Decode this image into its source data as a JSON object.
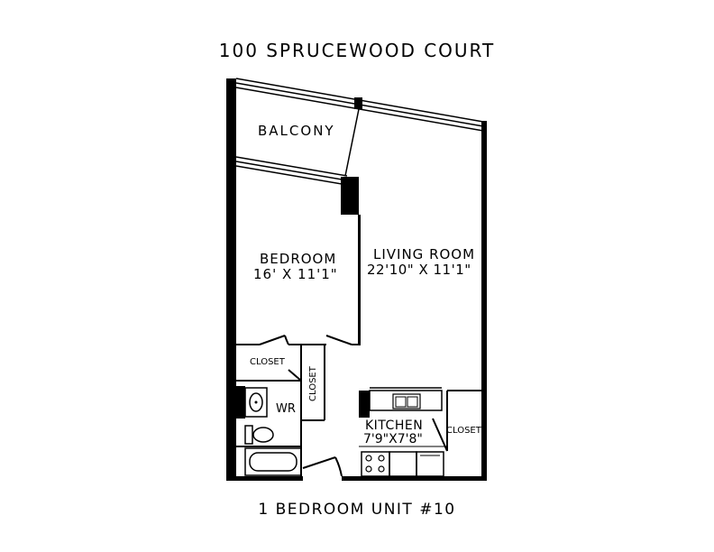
{
  "title": "100 SPRUCEWOOD COURT",
  "subtitle": "1 BEDROOM UNIT #10",
  "rooms": {
    "balcony": {
      "name": "BALCONY"
    },
    "bedroom": {
      "name": "BEDROOM",
      "dimensions": "16' X 11'1\""
    },
    "living_room": {
      "name": "LIVING ROOM",
      "dimensions": "22'10\" X 11'1\""
    },
    "closet_1": {
      "name": "CLOSET"
    },
    "closet_2": {
      "name": "CLOSET"
    },
    "closet_3": {
      "name": "CLOSET"
    },
    "washroom": {
      "name": "WR"
    },
    "kitchen": {
      "name": "KITCHEN",
      "dimensions": "7'9\"X7'8\""
    }
  }
}
